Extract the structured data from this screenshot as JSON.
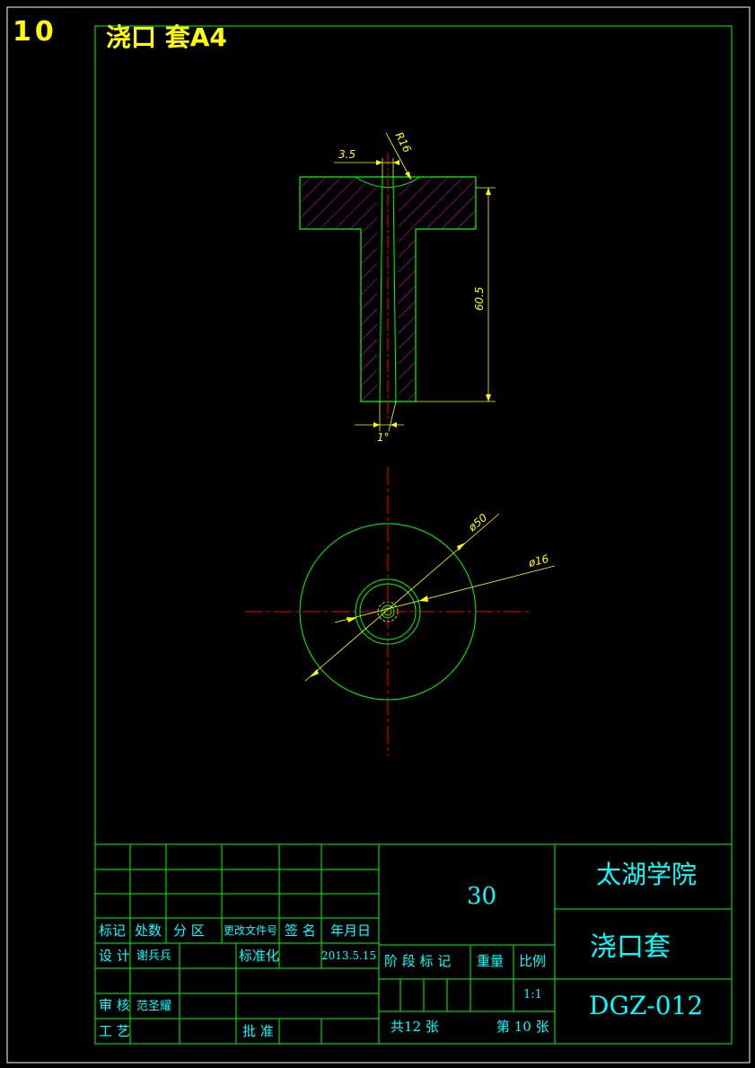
{
  "header": {
    "number": "10",
    "title": "浇口 套A4"
  },
  "dimensions": {
    "width_step": "3.5",
    "radius": "R16",
    "height": "60.5",
    "taper": "1°",
    "outer_diameter": "ø50",
    "inner_diameter": "ø16"
  },
  "title_block": {
    "row_labels": [
      "标记",
      "处数",
      "分 区",
      "更改文件号",
      "签 名",
      "年月日"
    ],
    "design_label": "设 计",
    "designer": "谢兵兵",
    "standardize_label": "标准化",
    "date": "2013.5.15",
    "review_label": "审 核",
    "reviewer": "范圣耀",
    "process_label": "工 艺",
    "approve_label": "批 准",
    "quantity": "30",
    "stage_label": "阶 段 标 记",
    "weight_label": "重量",
    "scale_label": "比例",
    "scale": "1:1",
    "total_sheets": "共12 张",
    "sheet_no": "第 10 张",
    "school": "太湖学院",
    "part_name": "浇口套",
    "drawing_no": "DGZ-012"
  },
  "colors": {
    "frame": "#00ff00",
    "centerline": "#ff0000",
    "hatch": "#ff00ff",
    "dimension": "#ffff00",
    "text": "#00ffff",
    "outline": "#ffffff"
  }
}
